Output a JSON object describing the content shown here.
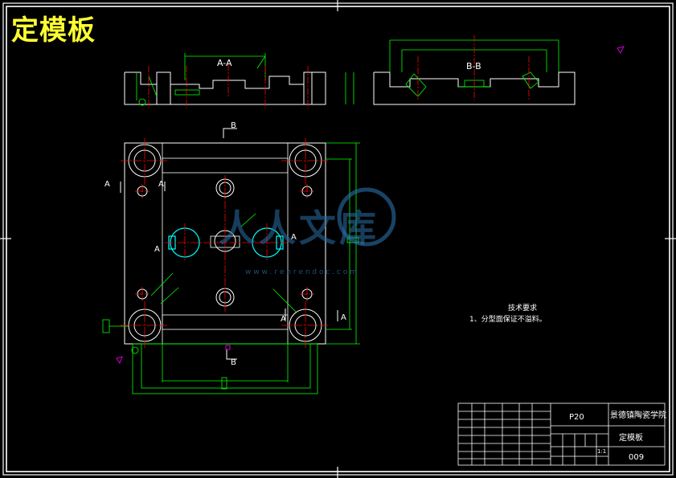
{
  "drawing": {
    "title": "定模板",
    "section_aa": "A-A",
    "section_bb": "B-B",
    "marker_a": "A",
    "marker_b": "B"
  },
  "technical_requirements": {
    "heading": "技术要求",
    "item1": "1、分型面保证不溢料。"
  },
  "title_block": {
    "material": "P20",
    "school": "景德镇陶瓷学院",
    "part_name": "定模板",
    "drawing_no": "009",
    "scale": "1:1"
  },
  "watermark": {
    "text": "人人文库",
    "url": "w w w . r e n r e n d o c . c o m"
  },
  "colors": {
    "background": "#000000",
    "outline": "#ffffff",
    "dimension": "#00ff00",
    "centerline": "#ff0000",
    "bore": "#00ffff",
    "title": "#ffff33",
    "watermark": "#2a6fa8"
  }
}
